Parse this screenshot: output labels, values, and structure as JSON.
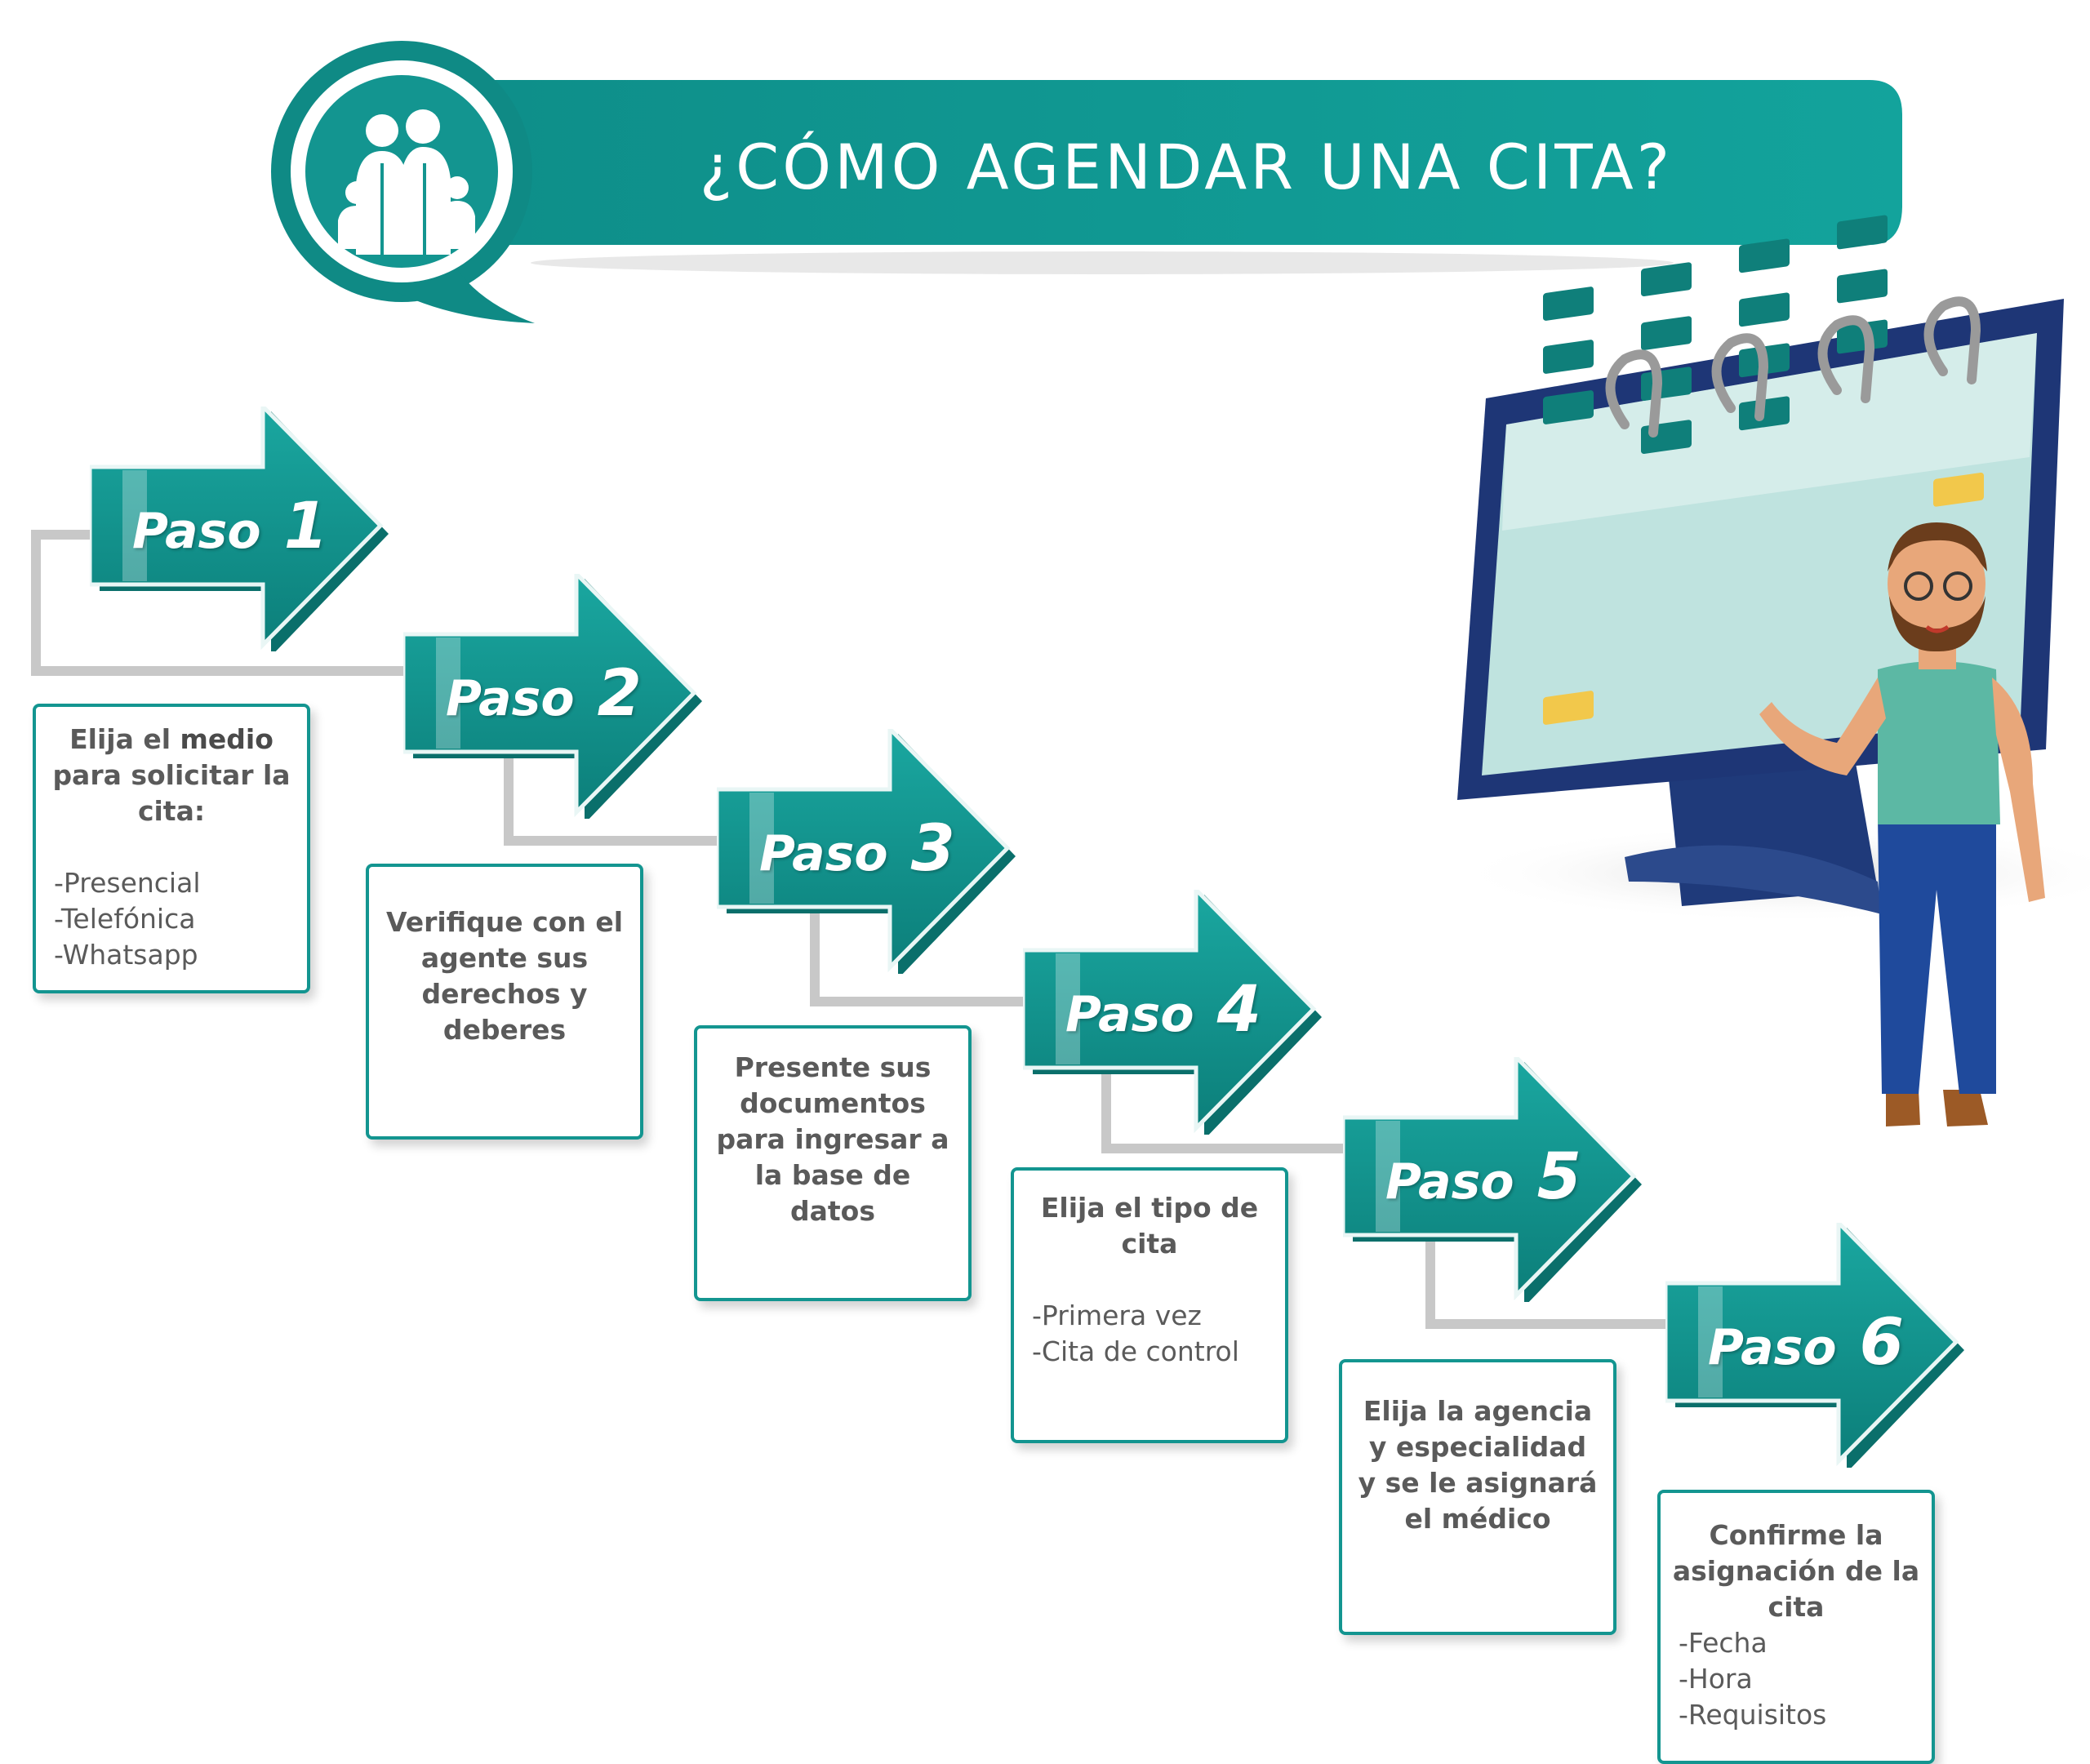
{
  "title": "¿CÓMO AGENDAR UNA CITA?",
  "colors": {
    "teal": "#139590",
    "teal_dark": "#0d7c78",
    "connector": "#c8c8c8",
    "text": "#5a5a5a"
  },
  "icons": {
    "logo": "family-icon",
    "illustration": "calendar-monitor-person-icon"
  },
  "steps": [
    {
      "label": "Paso",
      "number": "1",
      "description_pre": "Elija el ",
      "description_bold": "medio",
      "description_post": " para solicitar la cita:",
      "items": [
        "-Presencial",
        "-Telefónica",
        "-Whatsapp"
      ]
    },
    {
      "label": "Paso",
      "number": "2",
      "description": "Verifique con el agente sus derechos y deberes",
      "items": []
    },
    {
      "label": "Paso",
      "number": "3",
      "description": "Presente sus documentos para ingresar a la base de datos",
      "items": []
    },
    {
      "label": "Paso",
      "number": "4",
      "description": "Elija el tipo de cita",
      "items": [
        "-Primera vez",
        "-Cita de control"
      ]
    },
    {
      "label": "Paso",
      "number": "5",
      "description": "Elija la agencia y especialidad y se le asignará el médico",
      "items": []
    },
    {
      "label": "Paso",
      "number": "6",
      "description": "Confirme la asignación de la cita",
      "items": [
        "-Fecha",
        "-Hora",
        "-Requisitos"
      ]
    }
  ]
}
